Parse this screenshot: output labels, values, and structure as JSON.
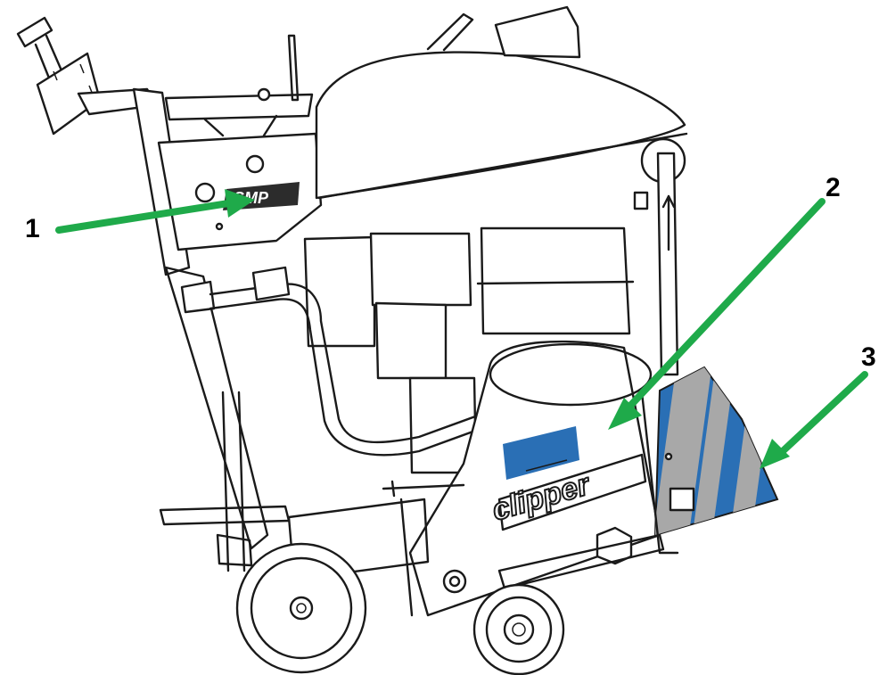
{
  "colors": {
    "arrow": "#1faa4a",
    "label_blue": "#2a6fb5",
    "label_grey": "#a8a8a8",
    "outline": "#1a1a1a"
  },
  "callouts": [
    {
      "number": "1"
    },
    {
      "number": "2"
    },
    {
      "number": "3"
    }
  ],
  "brand": {
    "side_logo": "clipper"
  },
  "icons": {
    "arrow": "callout-arrow-icon"
  }
}
